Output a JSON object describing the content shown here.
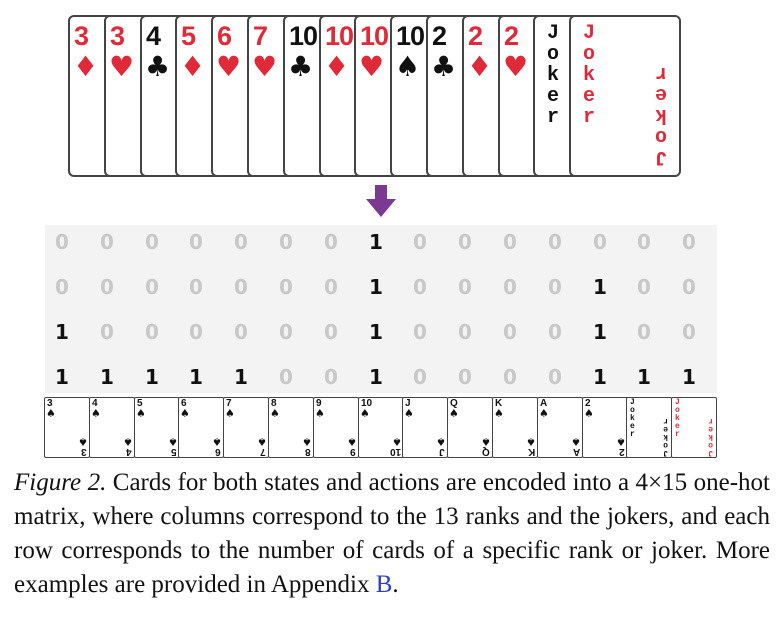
{
  "hand": [
    {
      "rank": "3",
      "suit": "♦",
      "color": "red"
    },
    {
      "rank": "3",
      "suit": "♥",
      "color": "red"
    },
    {
      "rank": "4",
      "suit": "♣",
      "color": "black"
    },
    {
      "rank": "5",
      "suit": "♦",
      "color": "red"
    },
    {
      "rank": "6",
      "suit": "♥",
      "color": "red"
    },
    {
      "rank": "7",
      "suit": "♥",
      "color": "red"
    },
    {
      "rank": "10",
      "suit": "♣",
      "color": "black"
    },
    {
      "rank": "10",
      "suit": "♦",
      "color": "red"
    },
    {
      "rank": "10",
      "suit": "♥",
      "color": "red"
    },
    {
      "rank": "10",
      "suit": "♠",
      "color": "black"
    },
    {
      "rank": "2",
      "suit": "♣",
      "color": "black"
    },
    {
      "rank": "2",
      "suit": "♦",
      "color": "red"
    },
    {
      "rank": "2",
      "suit": "♥",
      "color": "red"
    },
    {
      "rank": "Joker",
      "suit": "",
      "color": "black"
    },
    {
      "rank": "Joker",
      "suit": "",
      "color": "red"
    }
  ],
  "matrix": [
    [
      0,
      0,
      0,
      0,
      0,
      0,
      0,
      1,
      0,
      0,
      0,
      0,
      0,
      0,
      0
    ],
    [
      0,
      0,
      0,
      0,
      0,
      0,
      0,
      1,
      0,
      0,
      0,
      0,
      1,
      0,
      0
    ],
    [
      1,
      0,
      0,
      0,
      0,
      0,
      0,
      1,
      0,
      0,
      0,
      0,
      1,
      0,
      0
    ],
    [
      1,
      1,
      1,
      1,
      1,
      0,
      0,
      1,
      0,
      0,
      0,
      0,
      1,
      1,
      1
    ]
  ],
  "columns": [
    {
      "rank": "3",
      "suit": "♠",
      "color": "black"
    },
    {
      "rank": "4",
      "suit": "♠",
      "color": "black"
    },
    {
      "rank": "5",
      "suit": "♠",
      "color": "black"
    },
    {
      "rank": "6",
      "suit": "♠",
      "color": "black"
    },
    {
      "rank": "7",
      "suit": "♠",
      "color": "black"
    },
    {
      "rank": "8",
      "suit": "♠",
      "color": "black"
    },
    {
      "rank": "9",
      "suit": "♠",
      "color": "black"
    },
    {
      "rank": "10",
      "suit": "♠",
      "color": "black"
    },
    {
      "rank": "J",
      "suit": "♠",
      "color": "black"
    },
    {
      "rank": "Q",
      "suit": "♠",
      "color": "black"
    },
    {
      "rank": "K",
      "suit": "♠",
      "color": "black"
    },
    {
      "rank": "A",
      "suit": "♠",
      "color": "black"
    },
    {
      "rank": "2",
      "suit": "♠",
      "color": "black"
    },
    {
      "rank": "Joker",
      "suit": "",
      "color": "black"
    },
    {
      "rank": "Joker",
      "suit": "",
      "color": "red"
    }
  ],
  "caption": {
    "label": "Figure 2.",
    "text": " Cards for both states and actions are encoded into a 4×15 one-hot matrix, where columns correspond to the 13 ranks and the jokers, and each row corresponds to the number of cards of a specific rank or joker. More examples are provided in Appendix ",
    "ref": "B",
    "end": "."
  },
  "colors": {
    "red_card": "#e02a3a",
    "arrow": "#7b3a92",
    "matrix_bg": "#f3f3f3",
    "zero": "#c8c8c8",
    "link": "#2b3fbf"
  }
}
